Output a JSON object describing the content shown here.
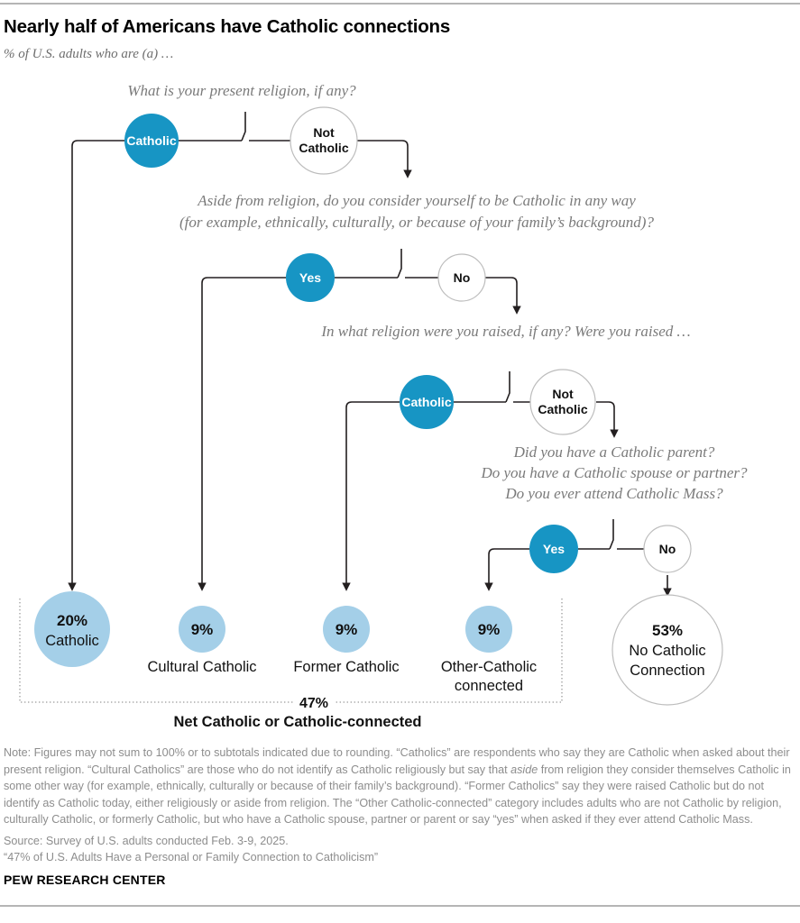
{
  "header": {
    "title": "Nearly half of Americans have Catholic connections",
    "subtitle": "% of U.S. adults who are (a) …"
  },
  "questions": {
    "q1": "What is your present religion, if any?",
    "q2_line1": "Aside from religion, do you consider yourself to be Catholic in any way",
    "q2_line2": "(for example, ethnically, culturally, or because of your family’s background)?",
    "q3": "In what religion were you raised, if any? Were you raised …",
    "q4_line1": "Did you have a Catholic parent?",
    "q4_line2": "Do you have a Catholic spouse or partner?",
    "q4_line3": "Do you ever attend Catholic Mass?"
  },
  "nodes": {
    "q1_yes": "Catholic",
    "q1_no_line1": "Not",
    "q1_no_line2": "Catholic",
    "q2_yes": "Yes",
    "q2_no": "No",
    "q3_yes": "Catholic",
    "q3_no_line1": "Not",
    "q3_no_line2": "Catholic",
    "q4_yes": "Yes",
    "q4_no": "No"
  },
  "results": [
    {
      "id": "catholic",
      "pct": "20%",
      "label_line1": "Catholic",
      "label_line2": "",
      "label_inside": true
    },
    {
      "id": "cultural-catholic",
      "pct": "9%",
      "label_line1": "Cultural Catholic",
      "label_line2": "",
      "label_inside": false
    },
    {
      "id": "former-catholic",
      "pct": "9%",
      "label_line1": "Former Catholic",
      "label_line2": "",
      "label_inside": false
    },
    {
      "id": "other-catholic-connected",
      "pct": "9%",
      "label_line1": "Other-Catholic",
      "label_line2": "connected",
      "label_inside": false
    },
    {
      "id": "no-catholic-connection",
      "pct": "53%",
      "label_line1": "No Catholic",
      "label_line2": "Connection",
      "label_inside": true
    }
  ],
  "net": {
    "pct": "47%",
    "label": "Net Catholic or Catholic-connected"
  },
  "footer": {
    "note_a": "Note: Figures may not sum to 100% or to subtotals indicated due to rounding. “Catholics” are respondents who say they are Catholic when asked about their present religion. “Cultural Catholics” are those who do not identify as Catholic religiously but say that ",
    "note_italic": "aside",
    "note_b": " from religion they consider themselves Catholic in some other way (for example, ethnically, culturally or because of their family’s background). “Former Catholics” say they were raised Catholic but do not identify as Catholic today, either religiously or aside from religion. The “Other Catholic-connected” category includes adults who are not Catholic by religion, culturally Catholic, or formerly Catholic, but who have a Catholic spouse, partner or parent or say “yes” when asked if they ever attend Catholic Mass.",
    "source": "Source: Survey of U.S. adults conducted Feb. 3-9, 2025.",
    "report": "“47% of U.S. Adults Have a Personal or Family Connection to Catholicism”",
    "brand": "PEW RESEARCH CENTER"
  },
  "colors": {
    "node_blue": "#1795c4",
    "result_blue": "#a4cfe8",
    "node_outline": "#bdbdbd",
    "connector": "#231f20",
    "question_text": "#7a7a7a",
    "bracket": "#9a9a9a"
  },
  "chart_data": {
    "type": "diagram",
    "title": "Nearly half of Americans have Catholic connections",
    "unit": "% of U.S. adults",
    "categories": [
      "Catholic",
      "Cultural Catholic",
      "Former Catholic",
      "Other-Catholic connected",
      "No Catholic Connection"
    ],
    "values": [
      20,
      9,
      9,
      9,
      53
    ],
    "net_catholic_or_catholic_connected": 47
  }
}
